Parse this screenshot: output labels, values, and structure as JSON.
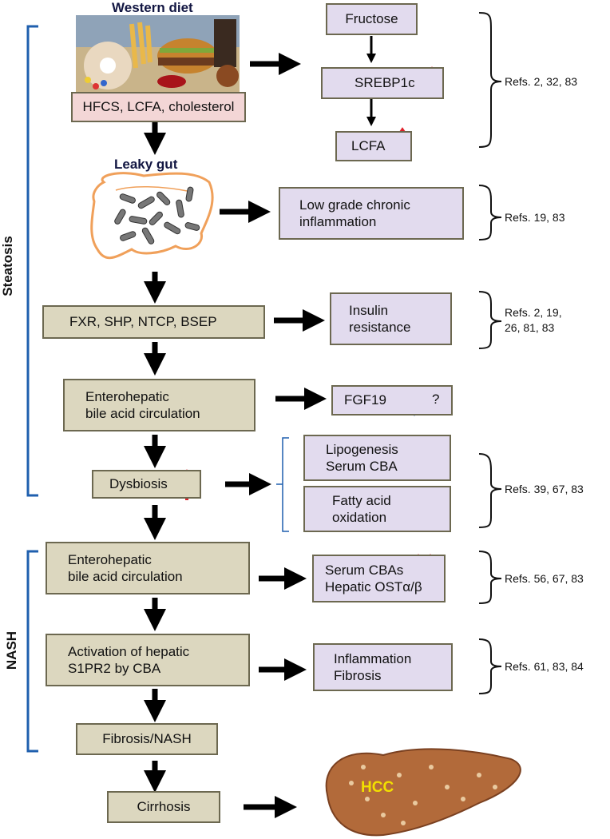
{
  "top": {
    "title": "Western diet",
    "ingredients": "HFCS, LCFA, cholesterol",
    "fructose": "Fructose",
    "srebp": "SREBP1c",
    "lcfa": "LCFA",
    "refs1": "Refs. 2, 32, 83"
  },
  "gut": {
    "title": "Leaky gut",
    "inflammation_line1": "Low grade chronic",
    "inflammation_line2": "inflammation",
    "refs": "Refs. 19, 83"
  },
  "receptors": {
    "label": "FXR, SHP, NTCP, BSEP",
    "insulin_line1": "Insulin",
    "insulin_line2": "resistance",
    "refs_line1": "Refs. 2, 19,",
    "refs_line2": "26, 81, 83"
  },
  "ehc1": {
    "line1": "Enterohepatic",
    "line2": "bile acid circulation",
    "fgf": "FGF19",
    "question": "?"
  },
  "dysbiosis": {
    "label": "Dysbiosis",
    "lipo_line1": "Lipogenesis",
    "lipo_line2": "Serum CBA",
    "fao_line1": "Fatty acid",
    "fao_line2": "oxidation",
    "refs": "Refs. 39, 67, 83"
  },
  "ehc2": {
    "line1": "Enterohepatic",
    "line2": "bile acid circulation",
    "serum_line1": "Serum CBAs",
    "serum_line2": "Hepatic OSTα/β",
    "refs": "Refs. 56, 67, 83"
  },
  "s1pr2": {
    "line1": "Activation of hepatic",
    "line2": "S1PR2 by CBA",
    "infl_line1": "Inflammation",
    "infl_line2": "Fibrosis",
    "refs": "Refs. 61, 83, 84"
  },
  "fibrosis": {
    "label": "Fibrosis/NASH"
  },
  "cirrhosis": {
    "label": "Cirrhosis",
    "hcc": "HCC"
  },
  "phases": {
    "steatosis": "Steatosis",
    "nash": "NASH"
  },
  "colors": {
    "up_arrow": "#e0202a",
    "down_arrow": "#1f5fae",
    "bracket_blue": "#1f5fae",
    "box_tan": "#dcd7bf",
    "box_lavender": "#e2dbee"
  }
}
